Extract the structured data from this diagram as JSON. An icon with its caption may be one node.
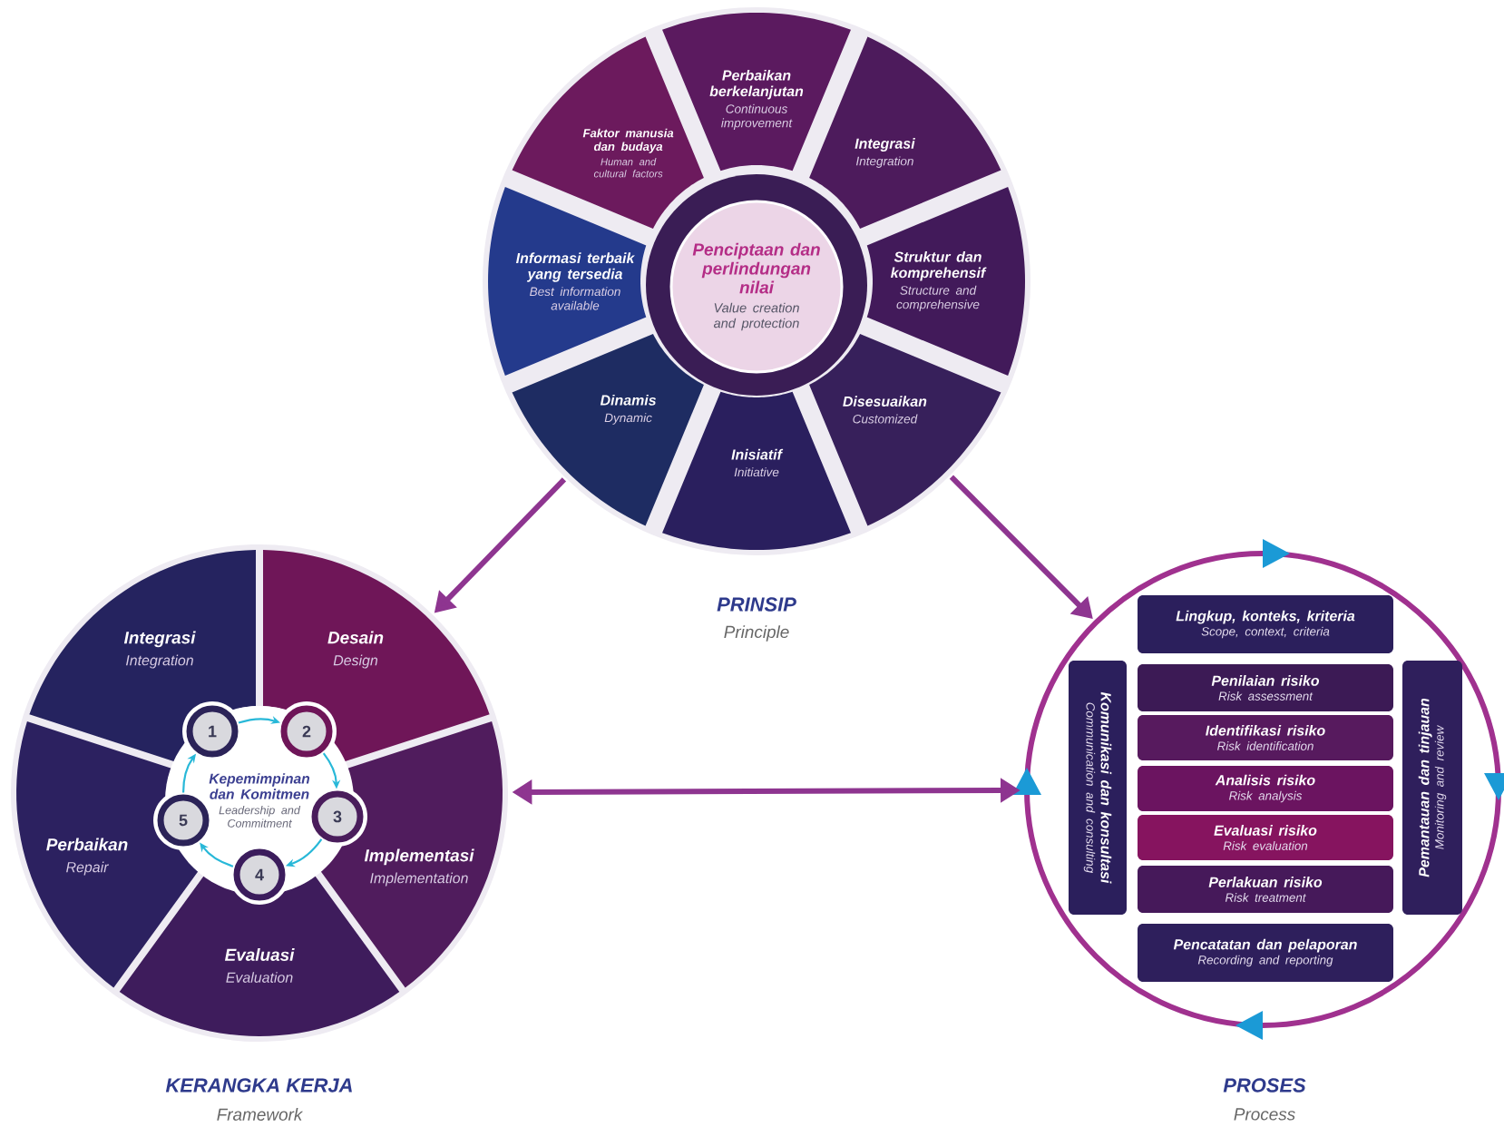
{
  "diagram": {
    "nodes": [
      {
        "text": [
          "PRINSIP",
          "Principle"
        ]
      },
      {
        "text": [
          "Penciptaan dan perlindungan nilai",
          "Value creation and protection"
        ],
        "in": 0
      },
      {
        "text": [
          "Perbaikan berkelanjutan",
          "Continuous improvement"
        ],
        "in": 0
      },
      {
        "text": [
          "Integrasi",
          "Integration"
        ],
        "in": 0
      },
      {
        "text": [
          "Struktur dan komprehensif",
          "Structure and comprehensive"
        ],
        "in": 0
      },
      {
        "text": [
          "Disesuaikan",
          "Customized"
        ],
        "in": 0
      },
      {
        "text": [
          "Inisiatif",
          "Initiative"
        ],
        "in": 0
      },
      {
        "text": [
          "Dinamis",
          "Dynamic"
        ],
        "in": 0
      },
      {
        "text": [
          "Informasi terbaik yang tersedia",
          "Best information available"
        ],
        "in": 0
      },
      {
        "text": [
          "Faktor manusia dan budaya",
          "Human and cultural factors"
        ],
        "in": 0
      },
      {
        "text": [
          "KERANGKA KERJA",
          "Framework"
        ]
      },
      {
        "text": [
          "Integrasi",
          "Integration"
        ],
        "in": 10
      },
      {
        "text": [
          "Desain",
          "Design"
        ],
        "in": 10
      },
      {
        "text": [
          "Implementasi",
          "Implementation"
        ],
        "in": 10
      },
      {
        "text": [
          "Evaluasi",
          "Evaluation"
        ],
        "in": 10
      },
      {
        "text": [
          "Perbaikan",
          "Repair"
        ],
        "in": 10
      },
      {
        "text": [
          "Kepemimpinan dan Komitmen",
          "Leadership and Commitment"
        ],
        "in": 10
      },
      {
        "text": [
          "1"
        ],
        "in": 10
      },
      {
        "text": [
          "2"
        ],
        "in": 10
      },
      {
        "text": [
          "3"
        ],
        "in": 10
      },
      {
        "text": [
          "4"
        ],
        "in": 10
      },
      {
        "text": [
          "5"
        ],
        "in": 10
      },
      {
        "text": [
          "PROSES",
          "Process"
        ]
      },
      {
        "text": [
          "Lingkup, konteks, kriteria",
          "Scope, context, criteria"
        ],
        "in": 22
      },
      {
        "text": [
          "Komunikasi dan konsultasi",
          "Communication and consulting"
        ],
        "in": 22
      },
      {
        "text": [
          "Penilaian risiko",
          "Risk assessment"
        ],
        "in": 22
      },
      {
        "text": [
          "Identifikasi risiko",
          "Risk identification"
        ],
        "in": 22
      },
      {
        "text": [
          "Analisis risiko",
          "Risk analysis"
        ],
        "in": 22
      },
      {
        "text": [
          "Evaluasi risiko",
          "Risk evaluation"
        ],
        "in": 22
      },
      {
        "text": [
          "Perlakuan risiko",
          "Risk treatment"
        ],
        "in": 22
      },
      {
        "text": [
          "Pemantauan dan tinjauan",
          "Monitoring and review"
        ],
        "in": 22
      },
      {
        "text": [
          "Pencatatan dan pelaporan",
          "Recording and reporting"
        ],
        "in": 22
      }
    ],
    "edges": [
      {
        "from": 0,
        "to": 10,
        "arrow": "to",
        "style": "thick",
        "color": "#8e3590"
      },
      {
        "from": 0,
        "to": 22,
        "arrow": "to",
        "style": "thick",
        "color": "#8e3590"
      },
      {
        "from": 10,
        "to": 22,
        "arrow": "both",
        "style": "thick",
        "color": "#8e3590"
      },
      {
        "from": 17,
        "to": 18,
        "arrow": "to",
        "color": "#28b8d8"
      },
      {
        "from": 18,
        "to": 19,
        "arrow": "to",
        "color": "#28b8d8"
      },
      {
        "from": 19,
        "to": 20,
        "arrow": "to",
        "color": "#28b8d8"
      },
      {
        "from": 20,
        "to": 21,
        "arrow": "to",
        "color": "#28b8d8"
      },
      {
        "from": 21,
        "to": 17,
        "arrow": "to",
        "color": "#28b8d8"
      }
    ]
  }
}
